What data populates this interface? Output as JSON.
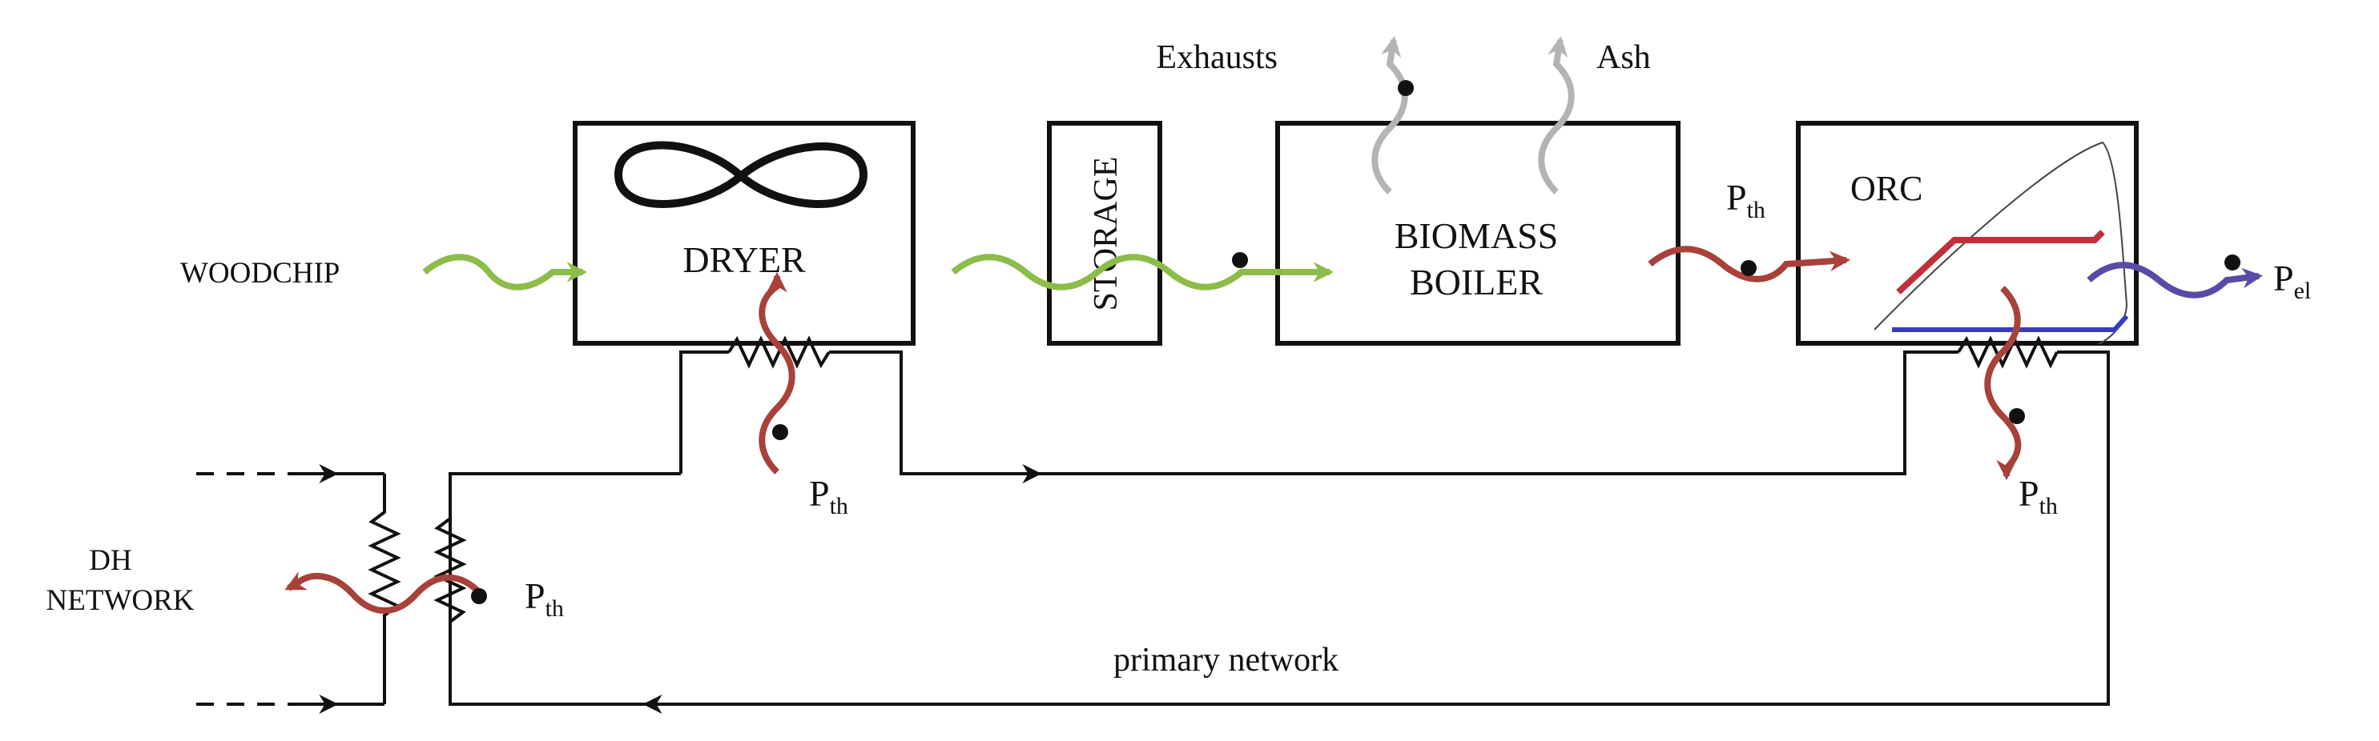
{
  "labels": {
    "woodchip": "WOODCHIP",
    "dryer": "DRYER",
    "storage": "STORAGE",
    "boiler_line1": "BIOMASS",
    "boiler_line2": "BOILER",
    "orc": "ORC",
    "exhausts": "Exhausts",
    "ash": "Ash",
    "dh_line1": "DH",
    "dh_line2": "NETWORK",
    "primary_network": "primary network",
    "p": "P",
    "th": "th",
    "el": "el"
  },
  "colors": {
    "woodchip_flow": "#8cbc4a",
    "heat_flow": "#a8413a",
    "electric_flow": "#5a4aa8",
    "residue_flow": "#b4b4b4",
    "orc_hot_line": "#c0303a",
    "orc_cold_line": "#3a3ac0",
    "line": "#111111"
  },
  "icons": {
    "dryer_fan": "infinity-loop-icon",
    "orc_cycle": "ts-diagram-icon"
  }
}
